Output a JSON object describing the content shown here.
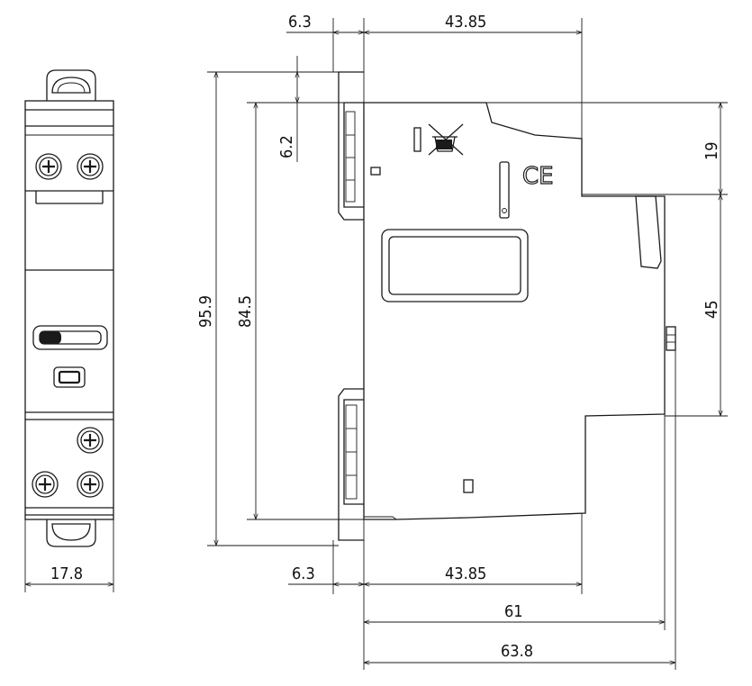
{
  "drawing": {
    "dimensions": {
      "top_offset": "6.3",
      "top_width": "43.85",
      "small_height": "6.2",
      "total_height": "95.9",
      "inner_height": "84.5",
      "right_top_height": "19",
      "right_front_height": "45",
      "front_width": "17.8",
      "bottom_offset": "6.3",
      "bottom_width": "43.85",
      "depth_61": "61",
      "depth_63_8": "63.8"
    },
    "marks": {
      "ce": "CE"
    },
    "colors": {
      "ink": "#1a1a1a",
      "background": "#ffffff"
    }
  }
}
